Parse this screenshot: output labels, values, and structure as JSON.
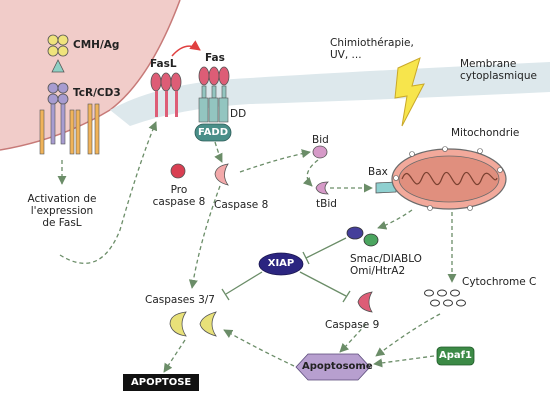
{
  "labels": {
    "cmh_ag": "CMH/Ag",
    "tcr_cd3": "TcR/CD3",
    "activation": [
      "Activation de",
      "l'expression",
      "de FasL"
    ],
    "fasl": "FasL",
    "fas": "Fas",
    "dd": "DD",
    "fadd": "FADD",
    "pro_caspase8": [
      "Pro",
      "caspase 8"
    ],
    "caspase8": "Caspase 8",
    "bid": "Bid",
    "tbid": "tBid",
    "bax": "Bax",
    "chimio": [
      "Chimiothérapie,",
      "UV, ..."
    ],
    "membrane": [
      "Membrane",
      "cytoplasmique"
    ],
    "mitochondrie": "Mitochondrie",
    "xiap": "XIAP",
    "smac": [
      "Smac/DIABLO",
      "Omi/HtrA2"
    ],
    "cytochrome": "Cytochrome C",
    "caspases37": "Caspases 3/7",
    "caspase9": "Caspase 9",
    "apaf1": "Apaf1",
    "apoptosome": "Apoptosome",
    "apoptose": "APOPTOSE"
  },
  "colors": {
    "membrane_fill": "#dde8ec",
    "cell_fill": "#f1ccc9",
    "cmh": "#efe37c",
    "tcr": "#a79cd0",
    "cd3": "#f0b35a",
    "receptor_pink": "#dd5d76",
    "fas_teal": "#93c5c0",
    "fadd": "#4a8f89",
    "pro_caspase": "#d93f52",
    "caspase_pink": "#f3a9aa",
    "bid": "#d69ac8",
    "xiap": "#2b2580",
    "smac_dark": "#453f9a",
    "smac_green": "#4ba55f",
    "mito": "#f2a99b",
    "lightning": "#f7e54c",
    "apaf1": "#3c8a46",
    "apoptosome": "#b79fcf",
    "caspase37": "#e8e179",
    "arrow": "#6b8d68"
  }
}
